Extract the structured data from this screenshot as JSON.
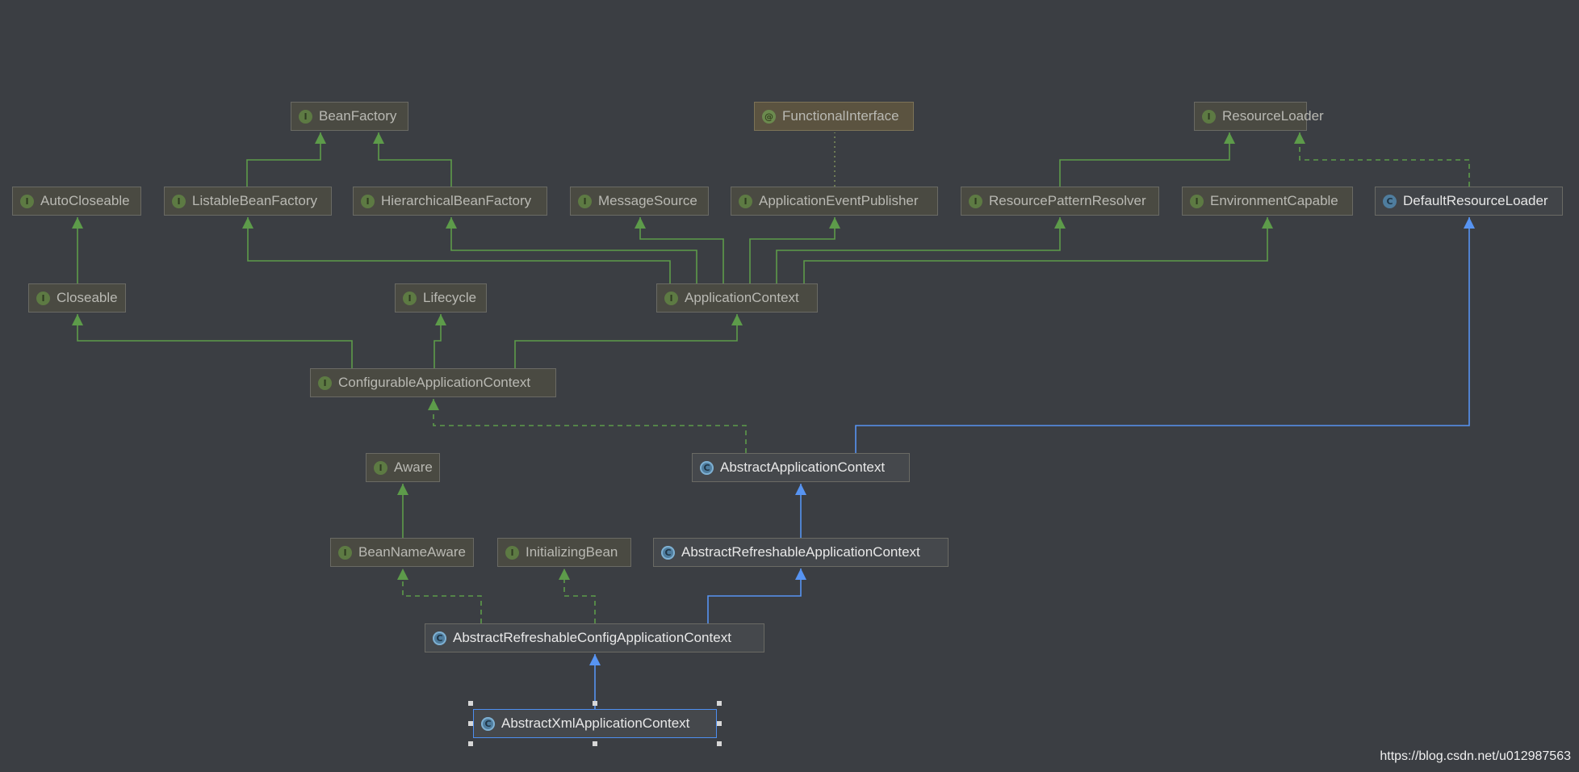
{
  "diagram": {
    "colors": {
      "interface_edge": "#5d9b4a",
      "class_edge": "#5794f2",
      "dotted": "#7a8a5a",
      "background": "#3b3e43"
    },
    "nodes": [
      {
        "id": "BeanFactory",
        "label": "BeanFactory",
        "kind": "interface",
        "icon": "interface-icon",
        "badge": "I"
      },
      {
        "id": "FunctionalInterface",
        "label": "FunctionalInterface",
        "kind": "annotation",
        "icon": "annotation-icon",
        "badge": "@"
      },
      {
        "id": "ResourceLoader",
        "label": "ResourceLoader",
        "kind": "interface",
        "icon": "interface-icon",
        "badge": "I"
      },
      {
        "id": "AutoCloseable",
        "label": "AutoCloseable",
        "kind": "interface",
        "icon": "interface-icon",
        "badge": "I"
      },
      {
        "id": "ListableBeanFactory",
        "label": "ListableBeanFactory",
        "kind": "interface",
        "icon": "interface-icon",
        "badge": "I"
      },
      {
        "id": "HierarchicalBeanFactory",
        "label": "HierarchicalBeanFactory",
        "kind": "interface",
        "icon": "interface-icon",
        "badge": "I"
      },
      {
        "id": "MessageSource",
        "label": "MessageSource",
        "kind": "interface",
        "icon": "interface-icon",
        "badge": "I"
      },
      {
        "id": "ApplicationEventPublisher",
        "label": "ApplicationEventPublisher",
        "kind": "interface",
        "icon": "interface-icon",
        "badge": "I"
      },
      {
        "id": "ResourcePatternResolver",
        "label": "ResourcePatternResolver",
        "kind": "interface",
        "icon": "interface-icon",
        "badge": "I"
      },
      {
        "id": "EnvironmentCapable",
        "label": "EnvironmentCapable",
        "kind": "interface",
        "icon": "interface-icon",
        "badge": "I"
      },
      {
        "id": "DefaultResourceLoader",
        "label": "DefaultResourceLoader",
        "kind": "class",
        "icon": "class-icon",
        "badge": "C"
      },
      {
        "id": "Closeable",
        "label": "Closeable",
        "kind": "interface",
        "icon": "interface-icon",
        "badge": "I"
      },
      {
        "id": "Lifecycle",
        "label": "Lifecycle",
        "kind": "interface",
        "icon": "interface-icon",
        "badge": "I"
      },
      {
        "id": "ApplicationContext",
        "label": "ApplicationContext",
        "kind": "interface",
        "icon": "interface-icon",
        "badge": "I"
      },
      {
        "id": "ConfigurableApplicationContext",
        "label": "ConfigurableApplicationContext",
        "kind": "interface",
        "icon": "interface-icon",
        "badge": "I"
      },
      {
        "id": "Aware",
        "label": "Aware",
        "kind": "interface",
        "icon": "interface-icon",
        "badge": "I"
      },
      {
        "id": "AbstractApplicationContext",
        "label": "AbstractApplicationContext",
        "kind": "abstract",
        "icon": "abstract-class-icon",
        "badge": "C"
      },
      {
        "id": "BeanNameAware",
        "label": "BeanNameAware",
        "kind": "interface",
        "icon": "interface-icon",
        "badge": "I"
      },
      {
        "id": "InitializingBean",
        "label": "InitializingBean",
        "kind": "interface",
        "icon": "interface-icon",
        "badge": "I"
      },
      {
        "id": "AbstractRefreshableApplicationContext",
        "label": "AbstractRefreshableApplicationContext",
        "kind": "abstract",
        "icon": "abstract-class-icon",
        "badge": "C"
      },
      {
        "id": "AbstractRefreshableConfigApplicationContext",
        "label": "AbstractRefreshableConfigApplicationContext",
        "kind": "abstract",
        "icon": "abstract-class-icon",
        "badge": "C"
      },
      {
        "id": "AbstractXmlApplicationContext",
        "label": "AbstractXmlApplicationContext",
        "kind": "abstract",
        "icon": "abstract-class-icon",
        "badge": "C",
        "selected": true
      }
    ],
    "edges": [
      {
        "from": "ListableBeanFactory",
        "to": "BeanFactory",
        "type": "extends-interface"
      },
      {
        "from": "HierarchicalBeanFactory",
        "to": "BeanFactory",
        "type": "extends-interface"
      },
      {
        "from": "ApplicationEventPublisher",
        "to": "FunctionalInterface",
        "type": "annotated"
      },
      {
        "from": "ResourcePatternResolver",
        "to": "ResourceLoader",
        "type": "extends-interface"
      },
      {
        "from": "DefaultResourceLoader",
        "to": "ResourceLoader",
        "type": "implements"
      },
      {
        "from": "Closeable",
        "to": "AutoCloseable",
        "type": "extends-interface"
      },
      {
        "from": "ApplicationContext",
        "to": "ListableBeanFactory",
        "type": "extends-interface"
      },
      {
        "from": "ApplicationContext",
        "to": "HierarchicalBeanFactory",
        "type": "extends-interface"
      },
      {
        "from": "ApplicationContext",
        "to": "MessageSource",
        "type": "extends-interface"
      },
      {
        "from": "ApplicationContext",
        "to": "ApplicationEventPublisher",
        "type": "extends-interface"
      },
      {
        "from": "ApplicationContext",
        "to": "ResourcePatternResolver",
        "type": "extends-interface"
      },
      {
        "from": "ApplicationContext",
        "to": "EnvironmentCapable",
        "type": "extends-interface"
      },
      {
        "from": "ConfigurableApplicationContext",
        "to": "Closeable",
        "type": "extends-interface"
      },
      {
        "from": "ConfigurableApplicationContext",
        "to": "Lifecycle",
        "type": "extends-interface"
      },
      {
        "from": "ConfigurableApplicationContext",
        "to": "ApplicationContext",
        "type": "extends-interface"
      },
      {
        "from": "AbstractApplicationContext",
        "to": "ConfigurableApplicationContext",
        "type": "implements"
      },
      {
        "from": "AbstractApplicationContext",
        "to": "DefaultResourceLoader",
        "type": "extends-class"
      },
      {
        "from": "BeanNameAware",
        "to": "Aware",
        "type": "extends-interface"
      },
      {
        "from": "AbstractRefreshableApplicationContext",
        "to": "AbstractApplicationContext",
        "type": "extends-class"
      },
      {
        "from": "AbstractRefreshableConfigApplicationContext",
        "to": "BeanNameAware",
        "type": "implements"
      },
      {
        "from": "AbstractRefreshableConfigApplicationContext",
        "to": "InitializingBean",
        "type": "implements"
      },
      {
        "from": "AbstractRefreshableConfigApplicationContext",
        "to": "AbstractRefreshableApplicationContext",
        "type": "extends-class"
      },
      {
        "from": "AbstractXmlApplicationContext",
        "to": "AbstractRefreshableConfigApplicationContext",
        "type": "extends-class"
      }
    ]
  },
  "watermark": "https://blog.csdn.net/u012987563"
}
